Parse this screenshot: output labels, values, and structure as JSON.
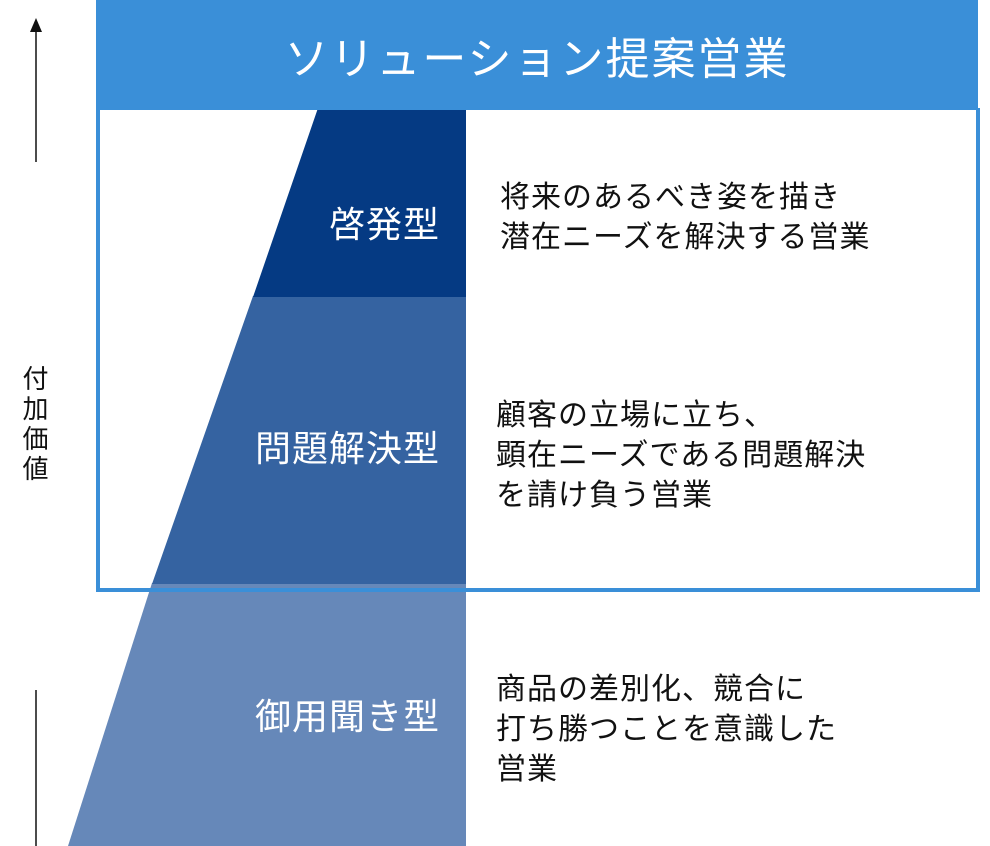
{
  "header": {
    "title": "ソリューション提案営業"
  },
  "axis": {
    "label": "付加価値"
  },
  "levels": [
    {
      "label": "啓発型",
      "description": "将来のあるべき姿を描き\n潜在ニーズを解決する営業",
      "color": "#053a83"
    },
    {
      "label": "問題解決型",
      "description": "顧客の立場に立ち、\n顕在ニーズである問題解決\nを請け負う営業",
      "color": "#3563a1"
    },
    {
      "label": "御用聞き型",
      "description": "商品の差別化、競合に\n打ち勝つことを意識した\n営業",
      "color": "#6688b9"
    }
  ],
  "colors": {
    "header": "#3a8fd8",
    "frame": "#3a8fd8",
    "arrow": "#111111"
  }
}
